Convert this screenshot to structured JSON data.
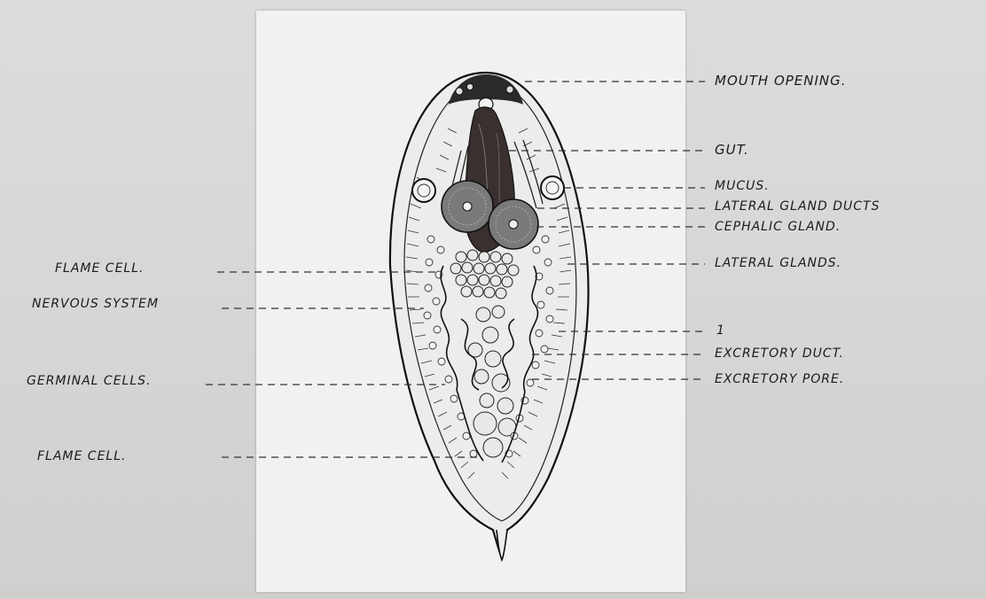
{
  "diagram": {
    "labels_right": {
      "mouth_opening": "MOUTH OPENING.",
      "gut": "GUT.",
      "mucus": "MUCUS.",
      "lateral_gland_ducts": "LATERAL GLAND DUCTS",
      "cephalic_gland": "CEPHALIC GLAND.",
      "lateral_glands": "LATERAL GLANDS.",
      "one": "1",
      "excretory_duct": "EXCRETORY DUCT.",
      "excretory_pore": "EXCRETORY PORE."
    },
    "labels_left": {
      "flame_cell_upper": "FLAME CELL.",
      "nervous_system": "NERVOUS SYSTEM",
      "germinal_cells": "GERMINAL CELLS.",
      "flame_cell_lower": "FLAME CELL."
    }
  }
}
